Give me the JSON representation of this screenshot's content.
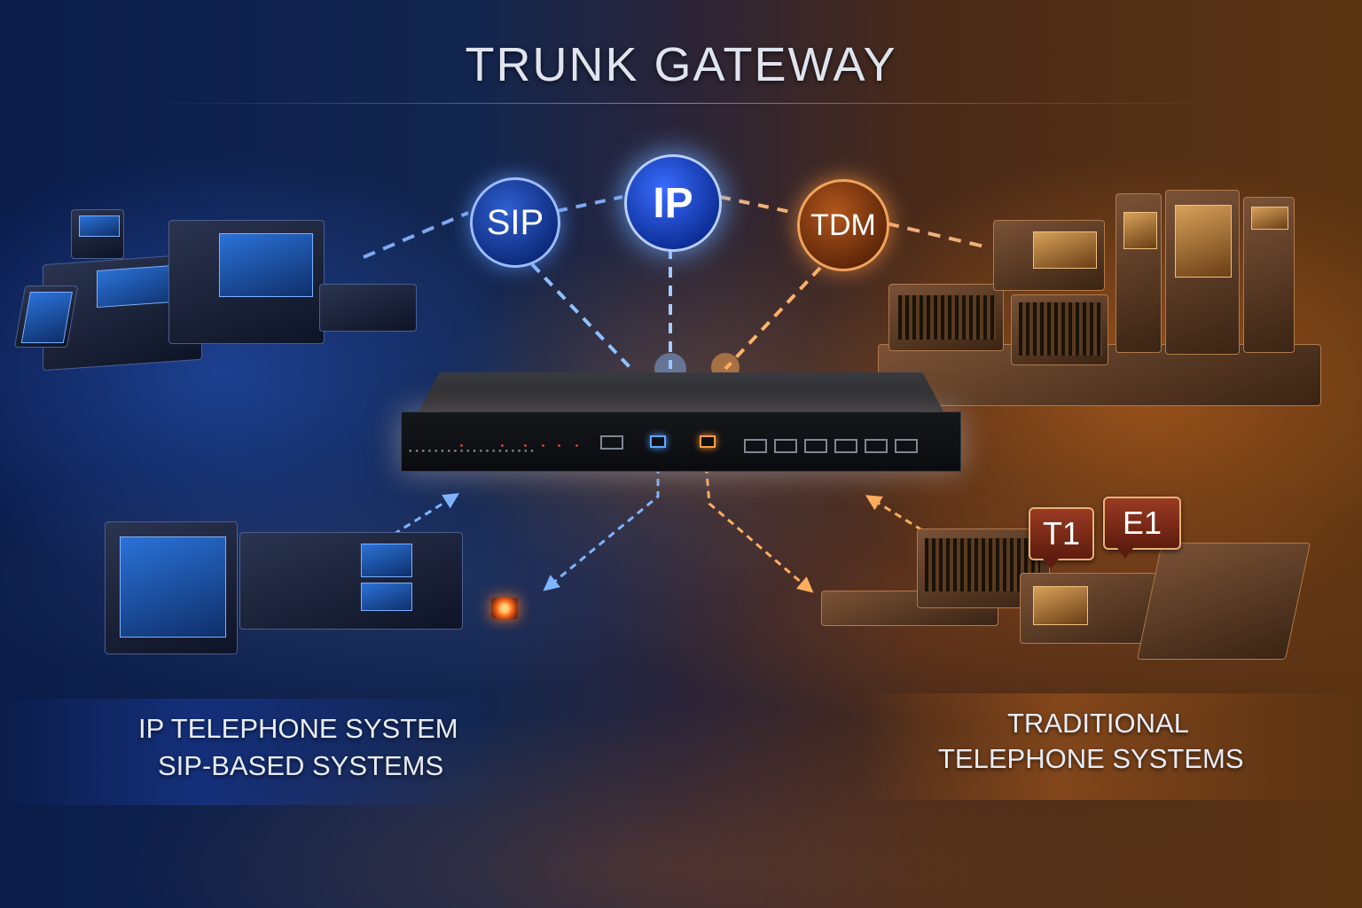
{
  "title": "TRUNK GATEWAY",
  "protocols": {
    "sip": "SIP",
    "ip": "IP",
    "tdm": "TDM"
  },
  "trunk_badges": {
    "t1": "T1",
    "e1": "E1"
  },
  "left_caption": {
    "line1": "IP TELEPHONE SYSTEM",
    "line2": "SIP-BASED SYSTEMS"
  },
  "right_caption": {
    "line1": "TRADITIONAL",
    "line2": "TELEPHONE SYSTEMS"
  },
  "colors": {
    "ip_side": "#3a7bff",
    "tdm_side": "#ff9a3c",
    "title": "#dfe4ee"
  }
}
